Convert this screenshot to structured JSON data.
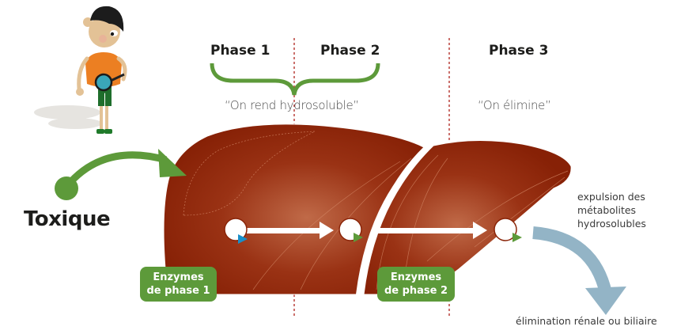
{
  "phases": [
    {
      "label": "Phase 1"
    },
    {
      "label": "Phase 2"
    },
    {
      "label": "Phase 3"
    }
  ],
  "captions": {
    "phase12": "“On rend hydrosoluble”",
    "phase3": "“On élimine”"
  },
  "input": {
    "label": "Toxique"
  },
  "enzymes": [
    {
      "line1": "Enzymes",
      "line2": "de phase 1"
    },
    {
      "line1": "Enzymes",
      "line2": "de phase 2"
    }
  ],
  "outputs": {
    "expulsion_lines": [
      "expulsion des",
      "métabolites",
      "hydrosolubles"
    ],
    "elimination": "élimination rénale ou biliaire"
  },
  "icons": [
    "boy-with-magnifier-icon",
    "liver-icon",
    "curved-arrow-icon",
    "brace-icon"
  ],
  "colors": {
    "liver": "#8a2408",
    "green": "#5d9a3a",
    "blue_arrow": "#93b4c6",
    "divider": "#b5332e",
    "marker_blue": "#1a8fc9"
  }
}
